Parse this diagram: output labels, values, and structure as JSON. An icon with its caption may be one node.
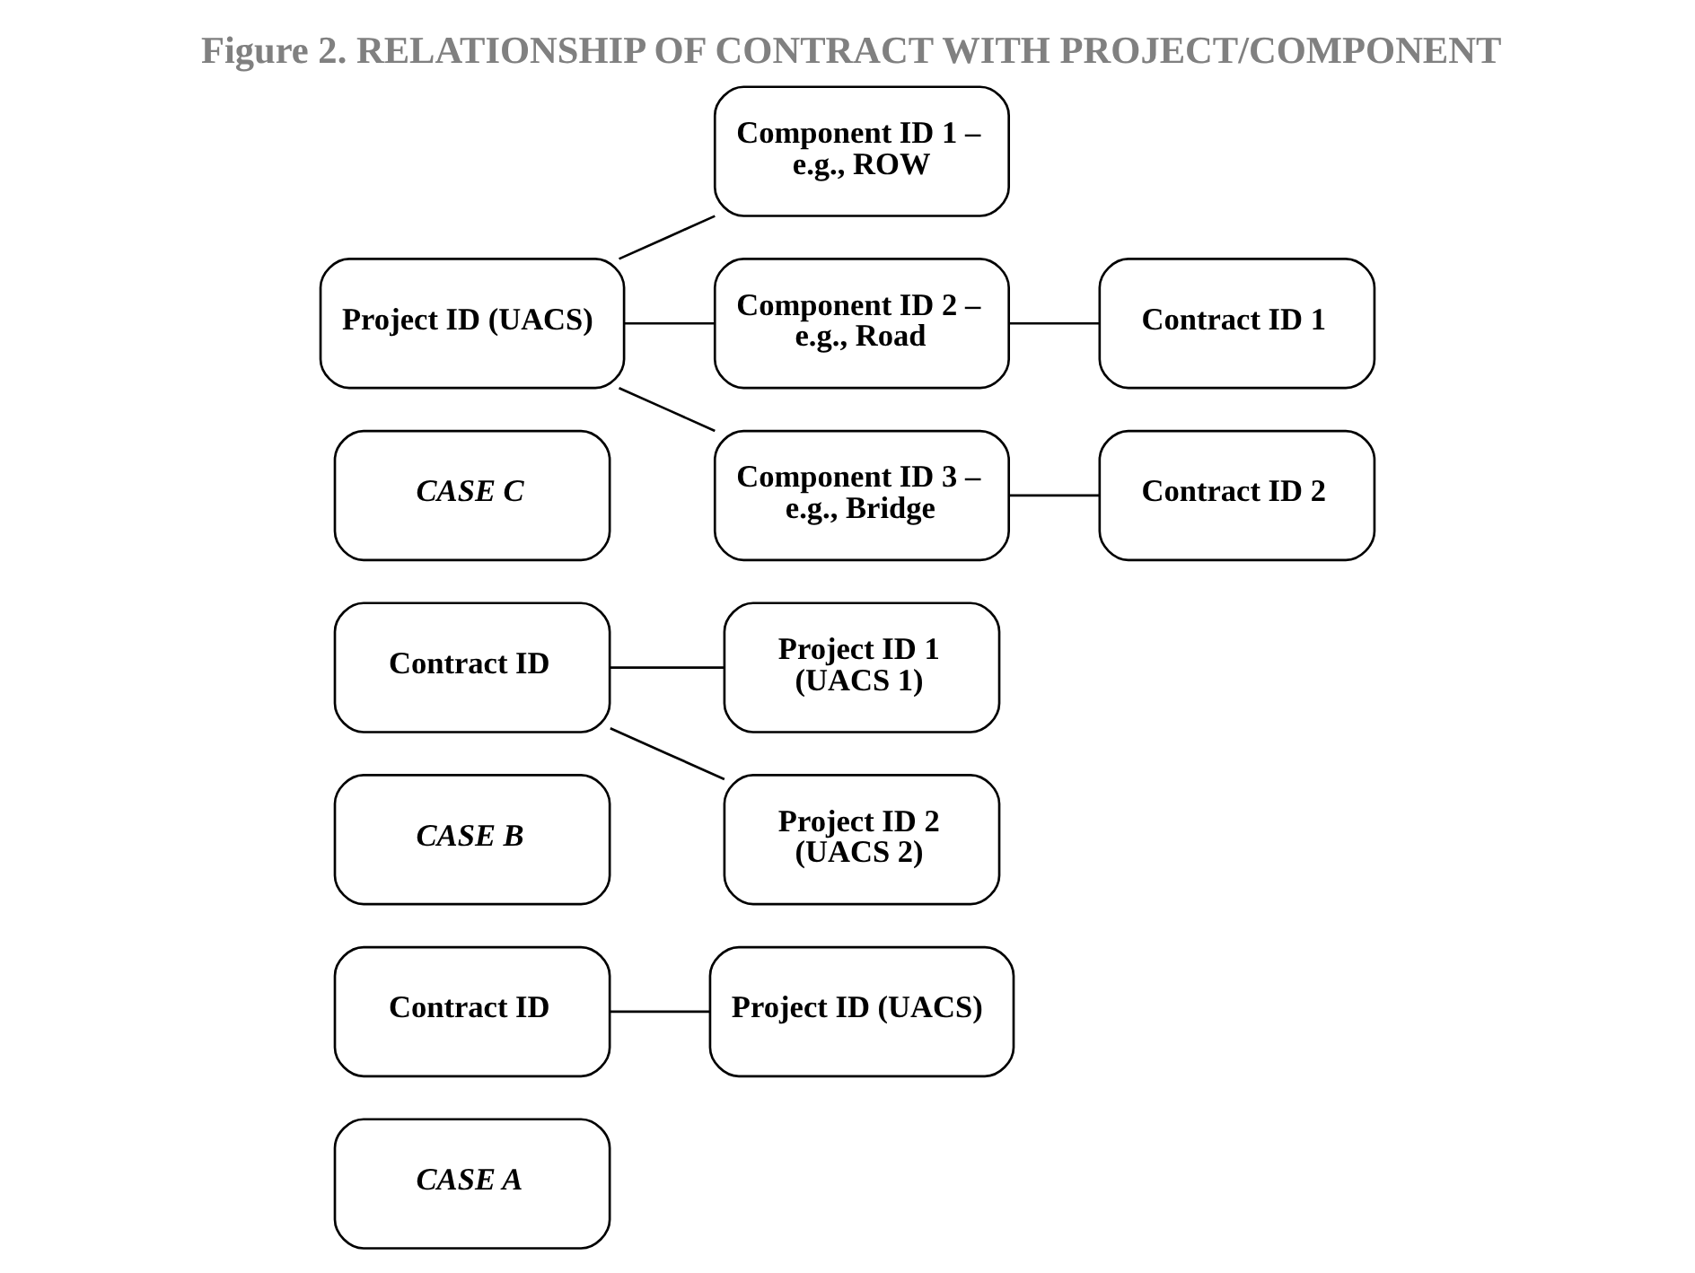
{
  "diagram": {
    "title": "Figure 2. RELATIONSHIP OF CONTRACT WITH PROJECT/COMPONENT",
    "nodes": [
      {
        "text": [
          "CASE A"
        ]
      },
      {
        "text": [
          "Contract ID"
        ]
      },
      {
        "text": [
          "Project ID (UACS)"
        ]
      },
      {
        "text": [
          "CASE B"
        ]
      },
      {
        "text": [
          "Contract ID"
        ]
      },
      {
        "text": [
          "Project ID 1 (UACS 1)"
        ]
      },
      {
        "text": [
          "Project ID 2 (UACS 2)"
        ]
      },
      {
        "text": [
          "CASE C"
        ]
      },
      {
        "text": [
          "Project ID (UACS)"
        ]
      },
      {
        "text": [
          "Component ID 1 – e.g., ROW"
        ]
      },
      {
        "text": [
          "Component ID 2 – e.g., Road"
        ]
      },
      {
        "text": [
          "Contract ID 1"
        ]
      },
      {
        "text": [
          "Component ID 3 – e.g., Bridge"
        ]
      },
      {
        "text": [
          "Contract ID 2"
        ]
      }
    ],
    "edges": [
      {
        "from": 1,
        "to": 2,
        "arrow": "none"
      },
      {
        "from": 4,
        "to": 5,
        "arrow": "none"
      },
      {
        "from": 4,
        "to": 6,
        "arrow": "none"
      },
      {
        "from": 8,
        "to": 9,
        "arrow": "none"
      },
      {
        "from": 8,
        "to": 10,
        "arrow": "none"
      },
      {
        "from": 8,
        "to": 12,
        "arrow": "none"
      },
      {
        "from": 10,
        "to": 11,
        "arrow": "none"
      },
      {
        "from": 12,
        "to": 13,
        "arrow": "none"
      }
    ]
  }
}
